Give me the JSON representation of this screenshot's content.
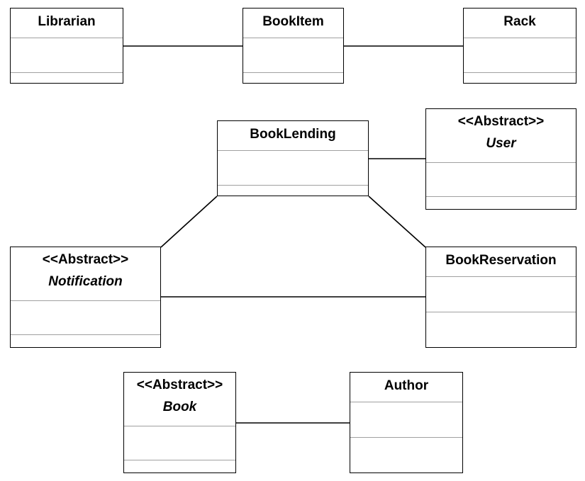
{
  "classes": {
    "librarian": {
      "name": "Librarian"
    },
    "bookitem": {
      "name": "BookItem"
    },
    "rack": {
      "name": "Rack"
    },
    "booklending": {
      "name": "BookLending"
    },
    "user": {
      "stereotype": "<<Abstract>>",
      "name": "User"
    },
    "notification": {
      "stereotype": "<<Abstract>>",
      "name": "Notification"
    },
    "bookreservation": {
      "name": "BookReservation"
    },
    "book": {
      "stereotype": "<<Abstract>>",
      "name": "Book"
    },
    "author": {
      "name": "Author"
    }
  },
  "associations": [
    [
      "Librarian",
      "BookItem"
    ],
    [
      "BookItem",
      "Rack"
    ],
    [
      "BookLending",
      "User"
    ],
    [
      "BookLending",
      "Notification"
    ],
    [
      "BookLending",
      "BookReservation"
    ],
    [
      "Notification",
      "BookReservation"
    ],
    [
      "Book",
      "Author"
    ]
  ],
  "colors": {
    "border": "#000000",
    "divider": "#a0a0a0",
    "background": "#ffffff"
  }
}
